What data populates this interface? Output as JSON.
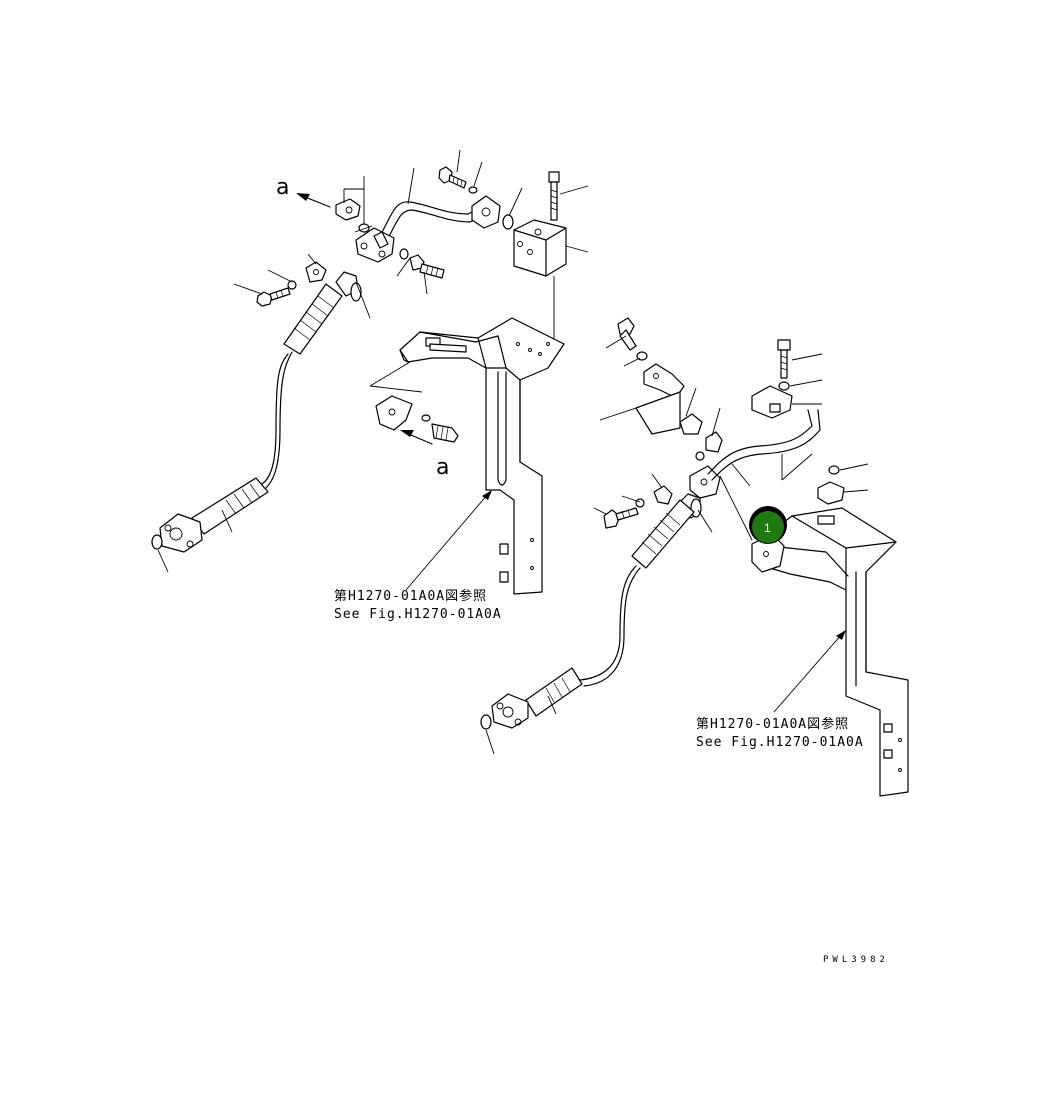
{
  "labels": {
    "view_a_top": "a",
    "view_a_bottom": "a",
    "ref_left_jp": "第H1270-01A0A図参照",
    "ref_left_en": "See Fig.H1270-01A0A",
    "ref_right_jp": "第H1270-01A0A図参照",
    "ref_right_en": "See Fig.H1270-01A0A",
    "drawing_code": "PWL3982"
  },
  "callouts": [
    {
      "number": "1",
      "color": "#1e7a10"
    }
  ]
}
